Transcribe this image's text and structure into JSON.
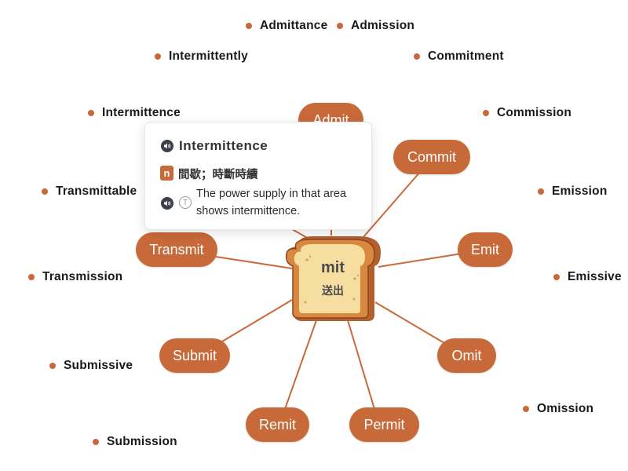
{
  "root": {
    "word": "mit",
    "meaning": "送出"
  },
  "branches": [
    {
      "key": "admit",
      "label": "Admit"
    },
    {
      "key": "commit",
      "label": "Commit"
    },
    {
      "key": "emit",
      "label": "Emit"
    },
    {
      "key": "omit",
      "label": "Omit"
    },
    {
      "key": "permit",
      "label": "Permit"
    },
    {
      "key": "remit",
      "label": "Remit"
    },
    {
      "key": "submit",
      "label": "Submit"
    },
    {
      "key": "transmit",
      "label": "Transmit"
    }
  ],
  "derived": [
    {
      "key": "admittance",
      "label": "Admittance"
    },
    {
      "key": "admission",
      "label": "Admission"
    },
    {
      "key": "intermittently",
      "label": "Intermittently"
    },
    {
      "key": "commitment",
      "label": "Commitment"
    },
    {
      "key": "intermittence",
      "label": "Intermittence"
    },
    {
      "key": "commission",
      "label": "Commission"
    },
    {
      "key": "transmittable",
      "label": "Transmittable"
    },
    {
      "key": "emission",
      "label": "Emission"
    },
    {
      "key": "transmission",
      "label": "Transmission"
    },
    {
      "key": "emissive",
      "label": "Emissive"
    },
    {
      "key": "submissive",
      "label": "Submissive"
    },
    {
      "key": "omission",
      "label": "Omission"
    },
    {
      "key": "submission",
      "label": "Submission"
    }
  ],
  "tooltip": {
    "word": "Intermittence",
    "pos": "n",
    "meaning": "間歇；時斷時續",
    "example_badge": "T",
    "example": "The power supply in that area shows intermittence."
  },
  "colors": {
    "accent": "#c8693a",
    "line": "#c8693a",
    "toast_body": "#f6dea0",
    "toast_crust": "#b35f2e",
    "speaker": "#3a3f4b"
  },
  "icons": {
    "speaker": "speaker-icon",
    "toast": "toast-icon"
  }
}
